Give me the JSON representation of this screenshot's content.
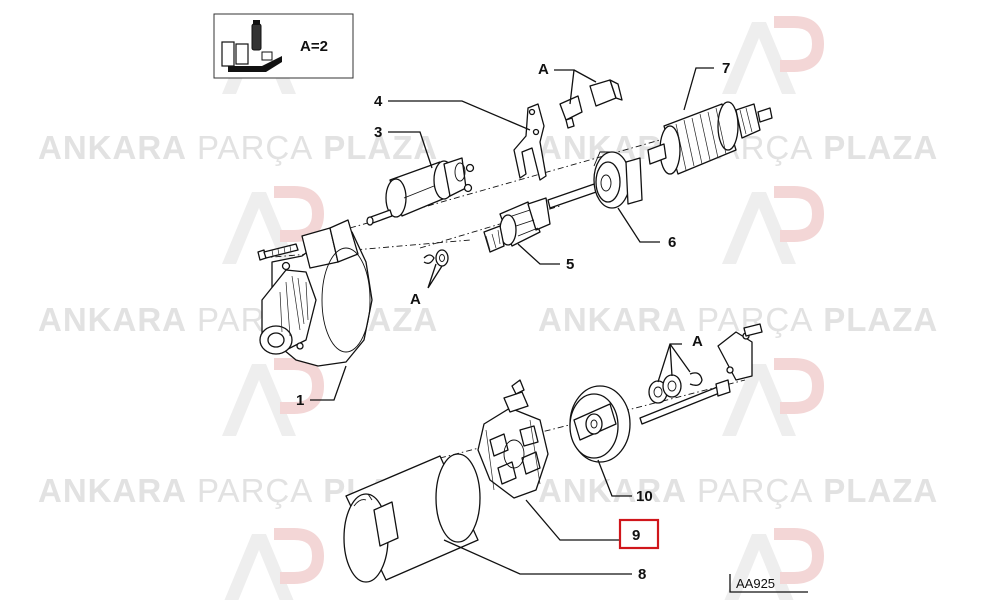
{
  "watermark": {
    "word1": "ANKARA",
    "word2": "PARÇA",
    "word3": "PLAZA",
    "logo_letters": "AP",
    "color": "#e2e2e2",
    "accent_color": "#f3d6d6"
  },
  "legend_box": {
    "label": "A=2"
  },
  "callouts": {
    "c1": "1",
    "c3": "3",
    "c4": "4",
    "c5": "5",
    "c6": "6",
    "c7": "7",
    "c8": "8",
    "c9": "9",
    "c10": "10",
    "a_top": "A",
    "a_middle": "A",
    "a_right": "A"
  },
  "highlight": {
    "target": "9",
    "color": "#d0161b"
  },
  "drawing_code": "AA925"
}
